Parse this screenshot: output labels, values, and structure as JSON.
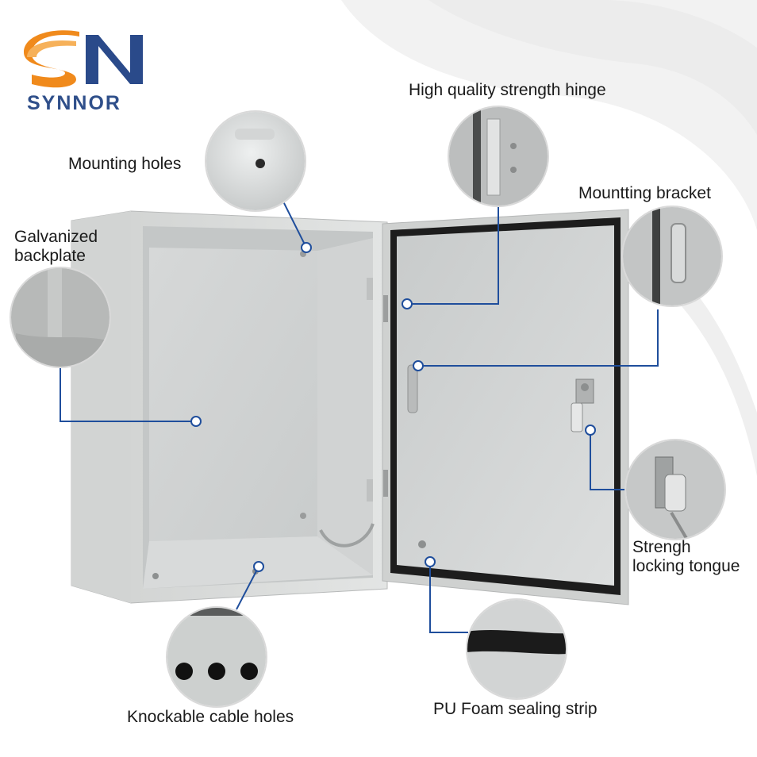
{
  "brand": {
    "logo_letters": "SN",
    "name": "SYNNOR",
    "colors": {
      "orange": "#f08a1c",
      "navy": "#2a4a8a"
    }
  },
  "callouts": {
    "mounting_holes": "Mounting holes",
    "galvanized_backplate_line1": "Galvanized",
    "galvanized_backplate_line2": "backplate",
    "hinge": "High quality strength hinge",
    "bracket": "Mountting bracket",
    "locking_line1": "Strengh",
    "locking_line2": "locking tongue",
    "cable_holes": "Knockable cable holes",
    "sealing_strip": "PU Foam sealing strip"
  },
  "colors": {
    "leader_line": "#1f4e9c",
    "cabinet": "#dcdedd",
    "gasket": "#1d1d1d"
  }
}
